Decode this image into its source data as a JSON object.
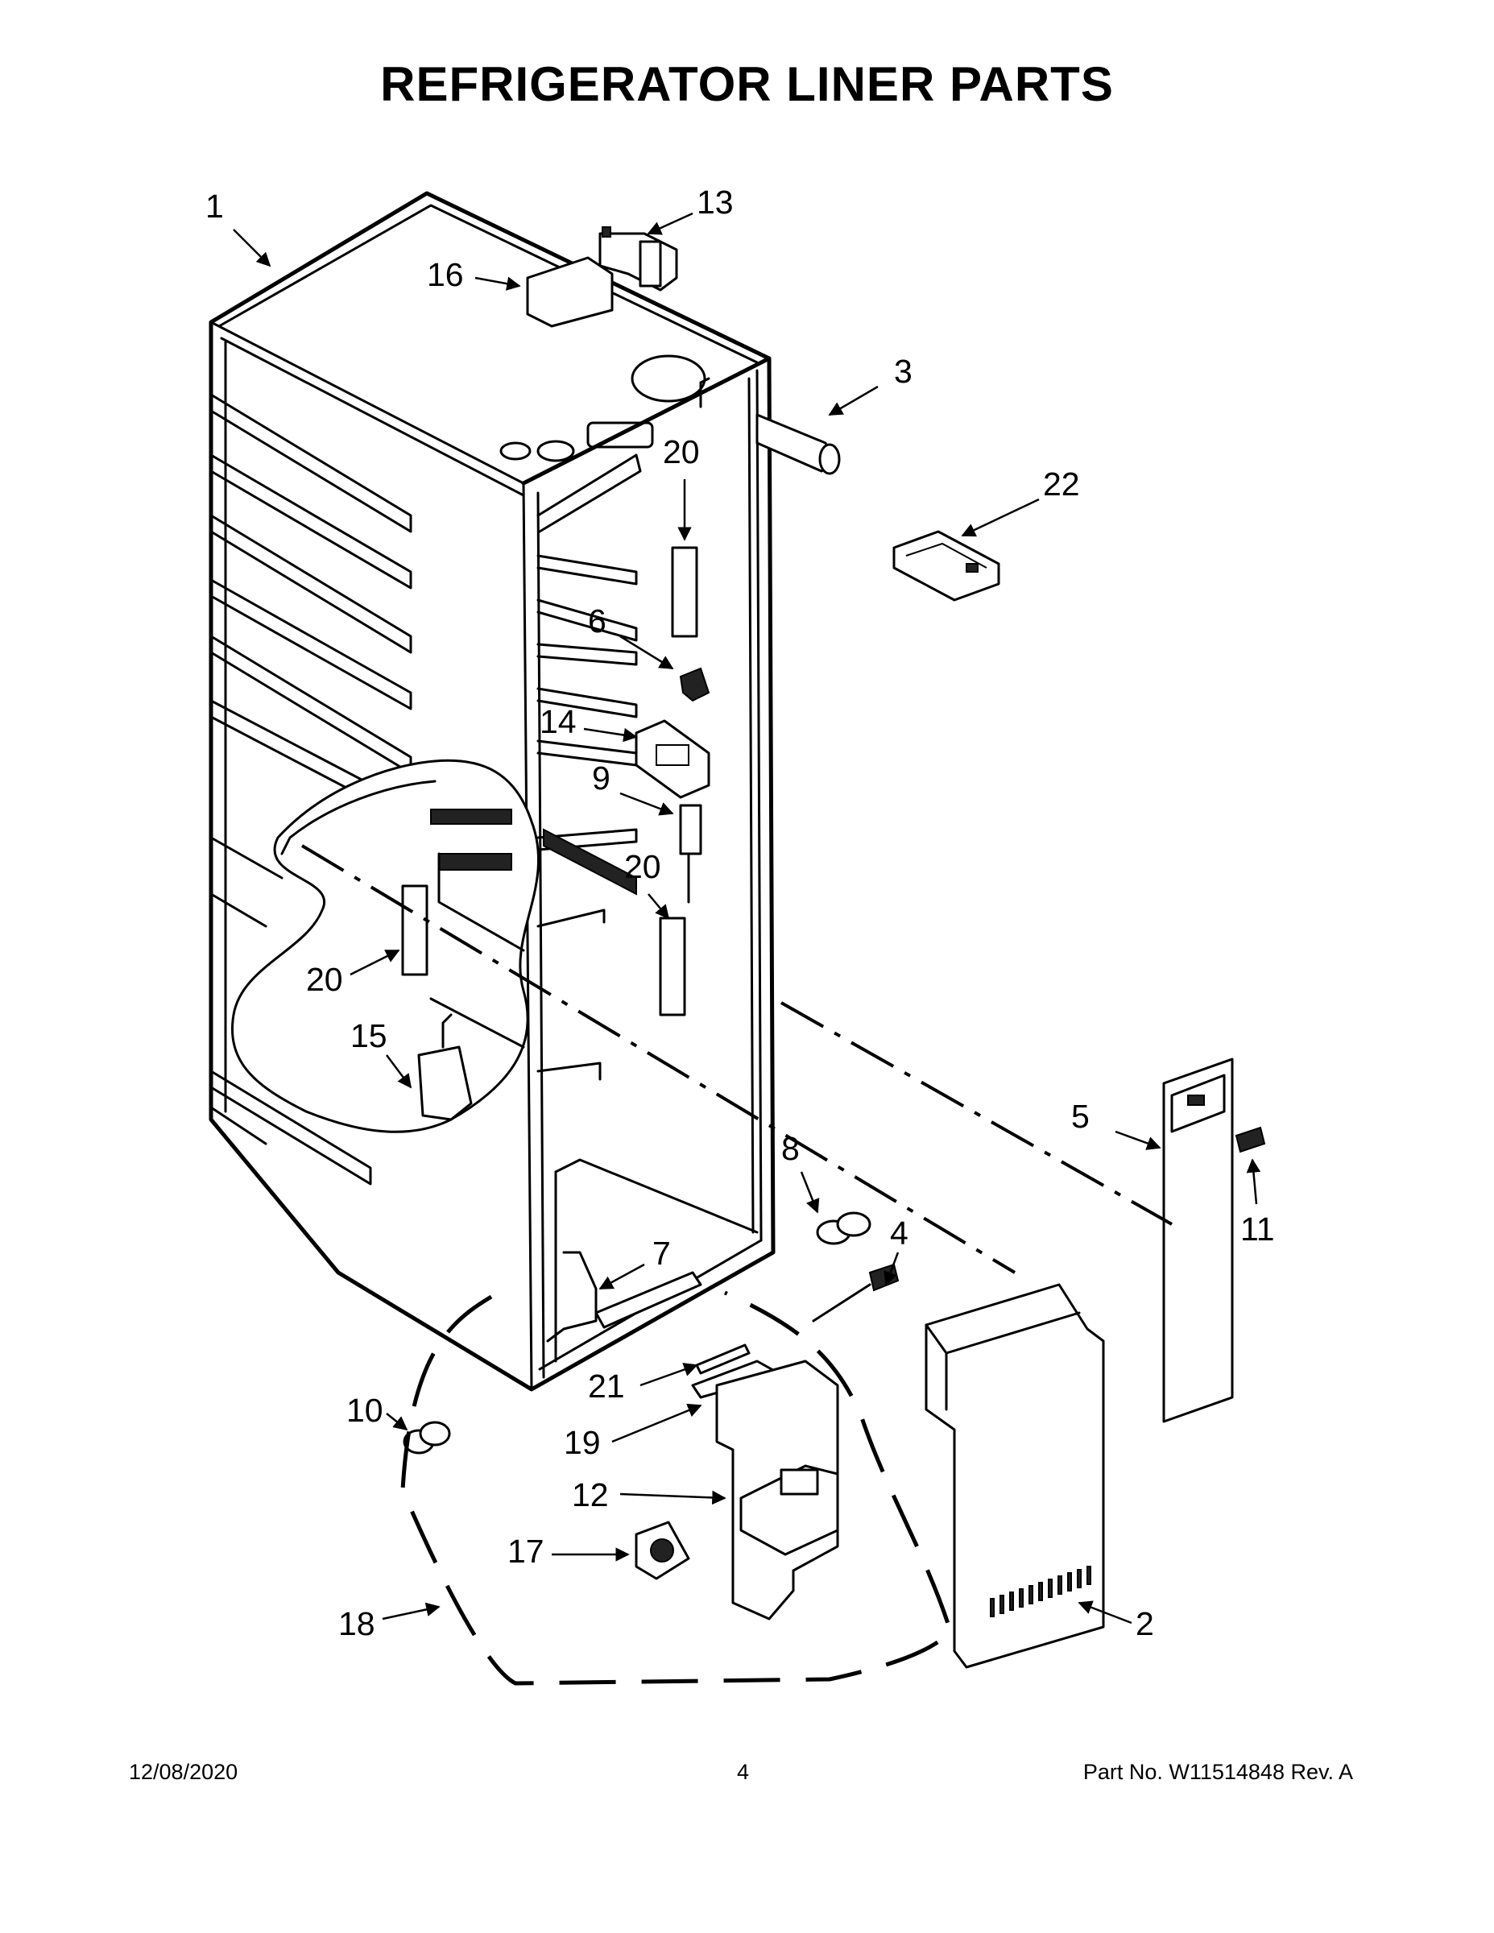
{
  "title": "REFRIGERATOR LINER PARTS",
  "footer": {
    "date": "12/08/2020",
    "page": "4",
    "part": "Part No.  W11514848  Rev.  A"
  },
  "callouts": {
    "c1": "1",
    "c2": "2",
    "c3": "3",
    "c4": "4",
    "c5": "5",
    "c6": "6",
    "c7": "7",
    "c8": "8",
    "c9": "9",
    "c10": "10",
    "c11": "11",
    "c12": "12",
    "c13": "13",
    "c14": "14",
    "c15": "15",
    "c16": "16",
    "c17": "17",
    "c18": "18",
    "c19": "19",
    "c20a": "20",
    "c20b": "20",
    "c20c": "20",
    "c21": "21",
    "c22": "22"
  }
}
